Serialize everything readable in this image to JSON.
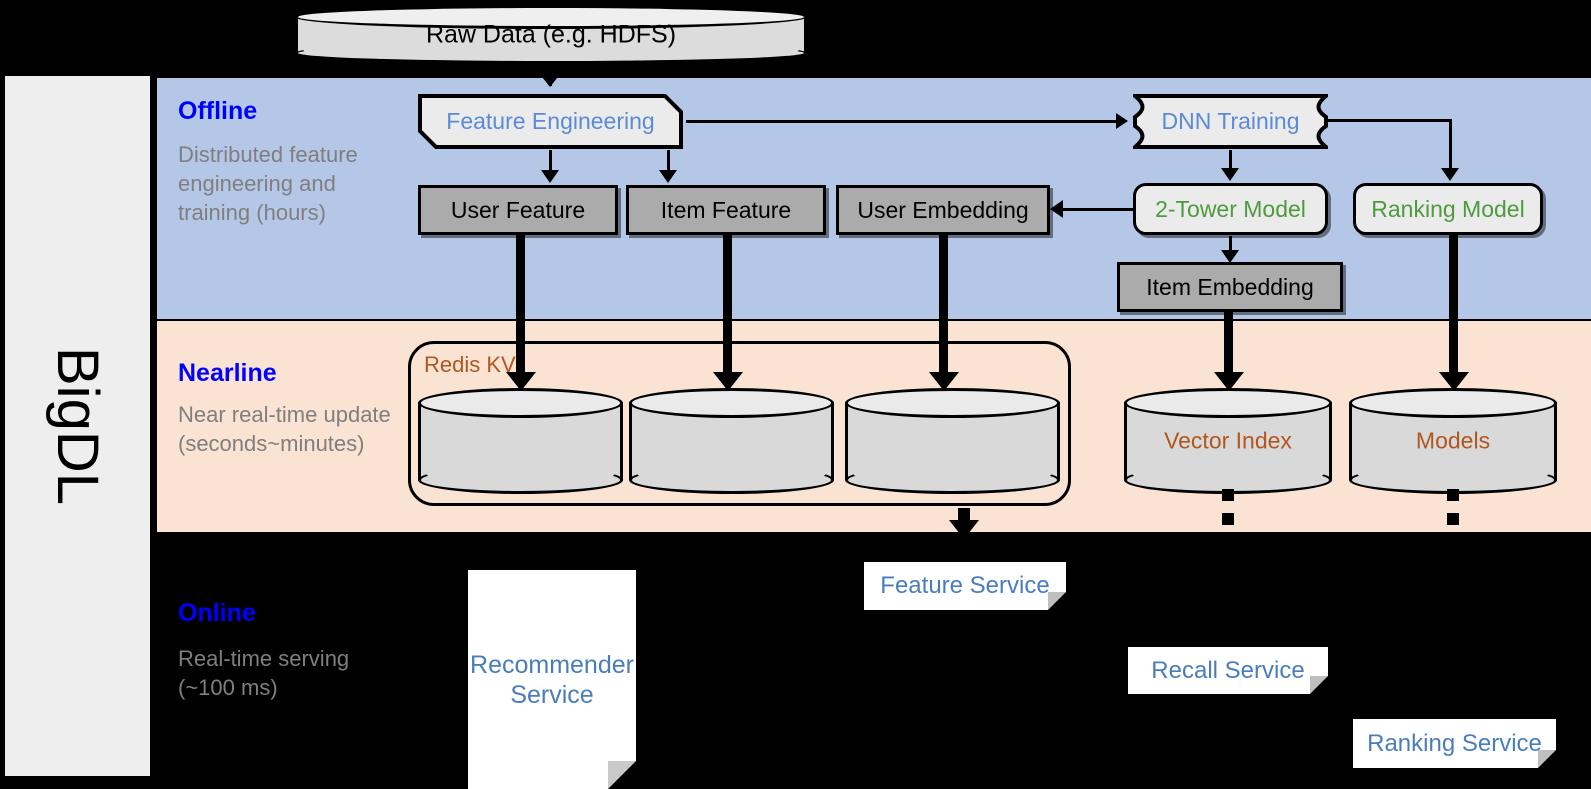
{
  "sidebar": {
    "label": "BigDL"
  },
  "stages": [
    {
      "id": "offline",
      "title": "Offline",
      "desc": "Distributed feature engineering and training (hours)"
    },
    {
      "id": "nearline",
      "title": "Nearline",
      "desc": "Near real-time update (seconds~minutes)"
    },
    {
      "id": "online",
      "title": "Online",
      "desc": "Real-time serving (~100 ms)"
    }
  ],
  "nodes": {
    "raw_data": "Raw Data (e.g. HDFS)",
    "feature_engineering": "Feature Engineering",
    "dnn_training": "DNN Training",
    "user_feature": "User Feature",
    "item_feature": "Item Feature",
    "user_embedding": "User Embedding",
    "item_embedding": "Item Embedding",
    "two_tower_model": "2-Tower Model",
    "ranking_model": "Ranking Model",
    "redis_kv": "Redis KV",
    "vector_index": "Vector Index",
    "models": "Models",
    "recommender_service": "Recommender Service",
    "feature_service": "Feature Service",
    "recall_service": "Recall Service",
    "ranking_service": "Ranking Service"
  },
  "colors": {
    "offline_band": "#b4c7e7",
    "nearline_band": "#fae3d3",
    "online_band": "#000000",
    "sidebar": "#eeeeee",
    "stage_title": "#0000ff",
    "stage_desc": "#7f7f7f",
    "store_fill": "#ababab",
    "process_fill": "#ebebeb",
    "blue_text": "#5b8ad6",
    "green_text": "#4e9a3e",
    "brown_text": "#b1561f",
    "service_text": "#4a7ebb"
  }
}
